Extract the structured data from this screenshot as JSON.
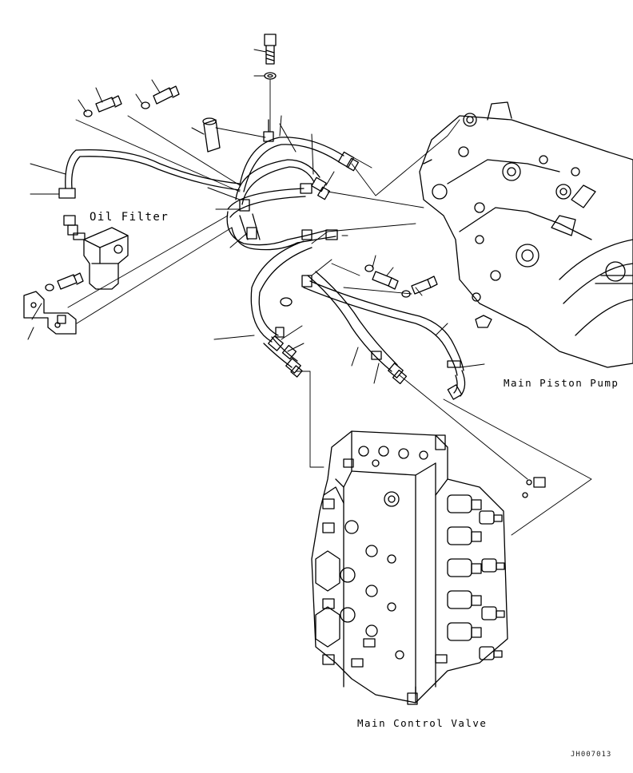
{
  "labels": {
    "oil_filter": "Oil Filter",
    "main_piston_pump": "Main Piston Pump",
    "main_control_valve": "Main Control Valve",
    "drawing_code": "JH007013"
  },
  "colors": {
    "line": "#000000",
    "background": "#ffffff"
  }
}
